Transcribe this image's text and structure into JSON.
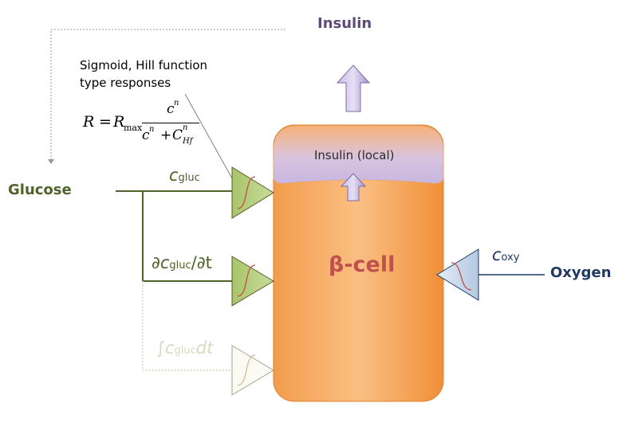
{
  "labels": {
    "insulin_out": "Insulin",
    "insulin_local": "Insulin (local)",
    "glucose": "Glucose",
    "oxygen": "Oxygen",
    "beta_cell": "β-cell",
    "annotation_line1": "Sigmoid, Hill function",
    "annotation_line2": "type responses"
  },
  "formula": {
    "lhs": "R",
    "eq": "=",
    "rmax_r": "R",
    "rmax_sub": "max",
    "num_base": "c",
    "num_exp": "n",
    "den_base": "c",
    "den_exp": "n",
    "plus": "+",
    "den2_base": "C",
    "den2_exp": "n",
    "den2_sub": "Hf"
  },
  "inputs": {
    "cgluc_var": "c",
    "cgluc_sub": "gluc",
    "deriv_d1": "∂",
    "deriv_var": "c",
    "deriv_sub": "gluc",
    "deriv_rest": "/∂t",
    "integ_int": "∫",
    "integ_var": "c",
    "integ_sub": "gluc",
    "integ_dt": "dt",
    "coxy_var": "c",
    "coxy_sub": "oxy"
  },
  "colors": {
    "green_text": "#4f6228",
    "blue_text": "#1f3864",
    "purple_text": "#5f497a",
    "cell_fill": "#f7a65c",
    "triangle_green": "#9bbb59",
    "triangle_blue": "#b8cce4",
    "curve": "#c0504d",
    "arrow": "#b4a7d6"
  },
  "icons": {
    "sigmoid_symbol": "sigmoid-curve-icon",
    "flow_arrow": "up-arrow-icon"
  }
}
